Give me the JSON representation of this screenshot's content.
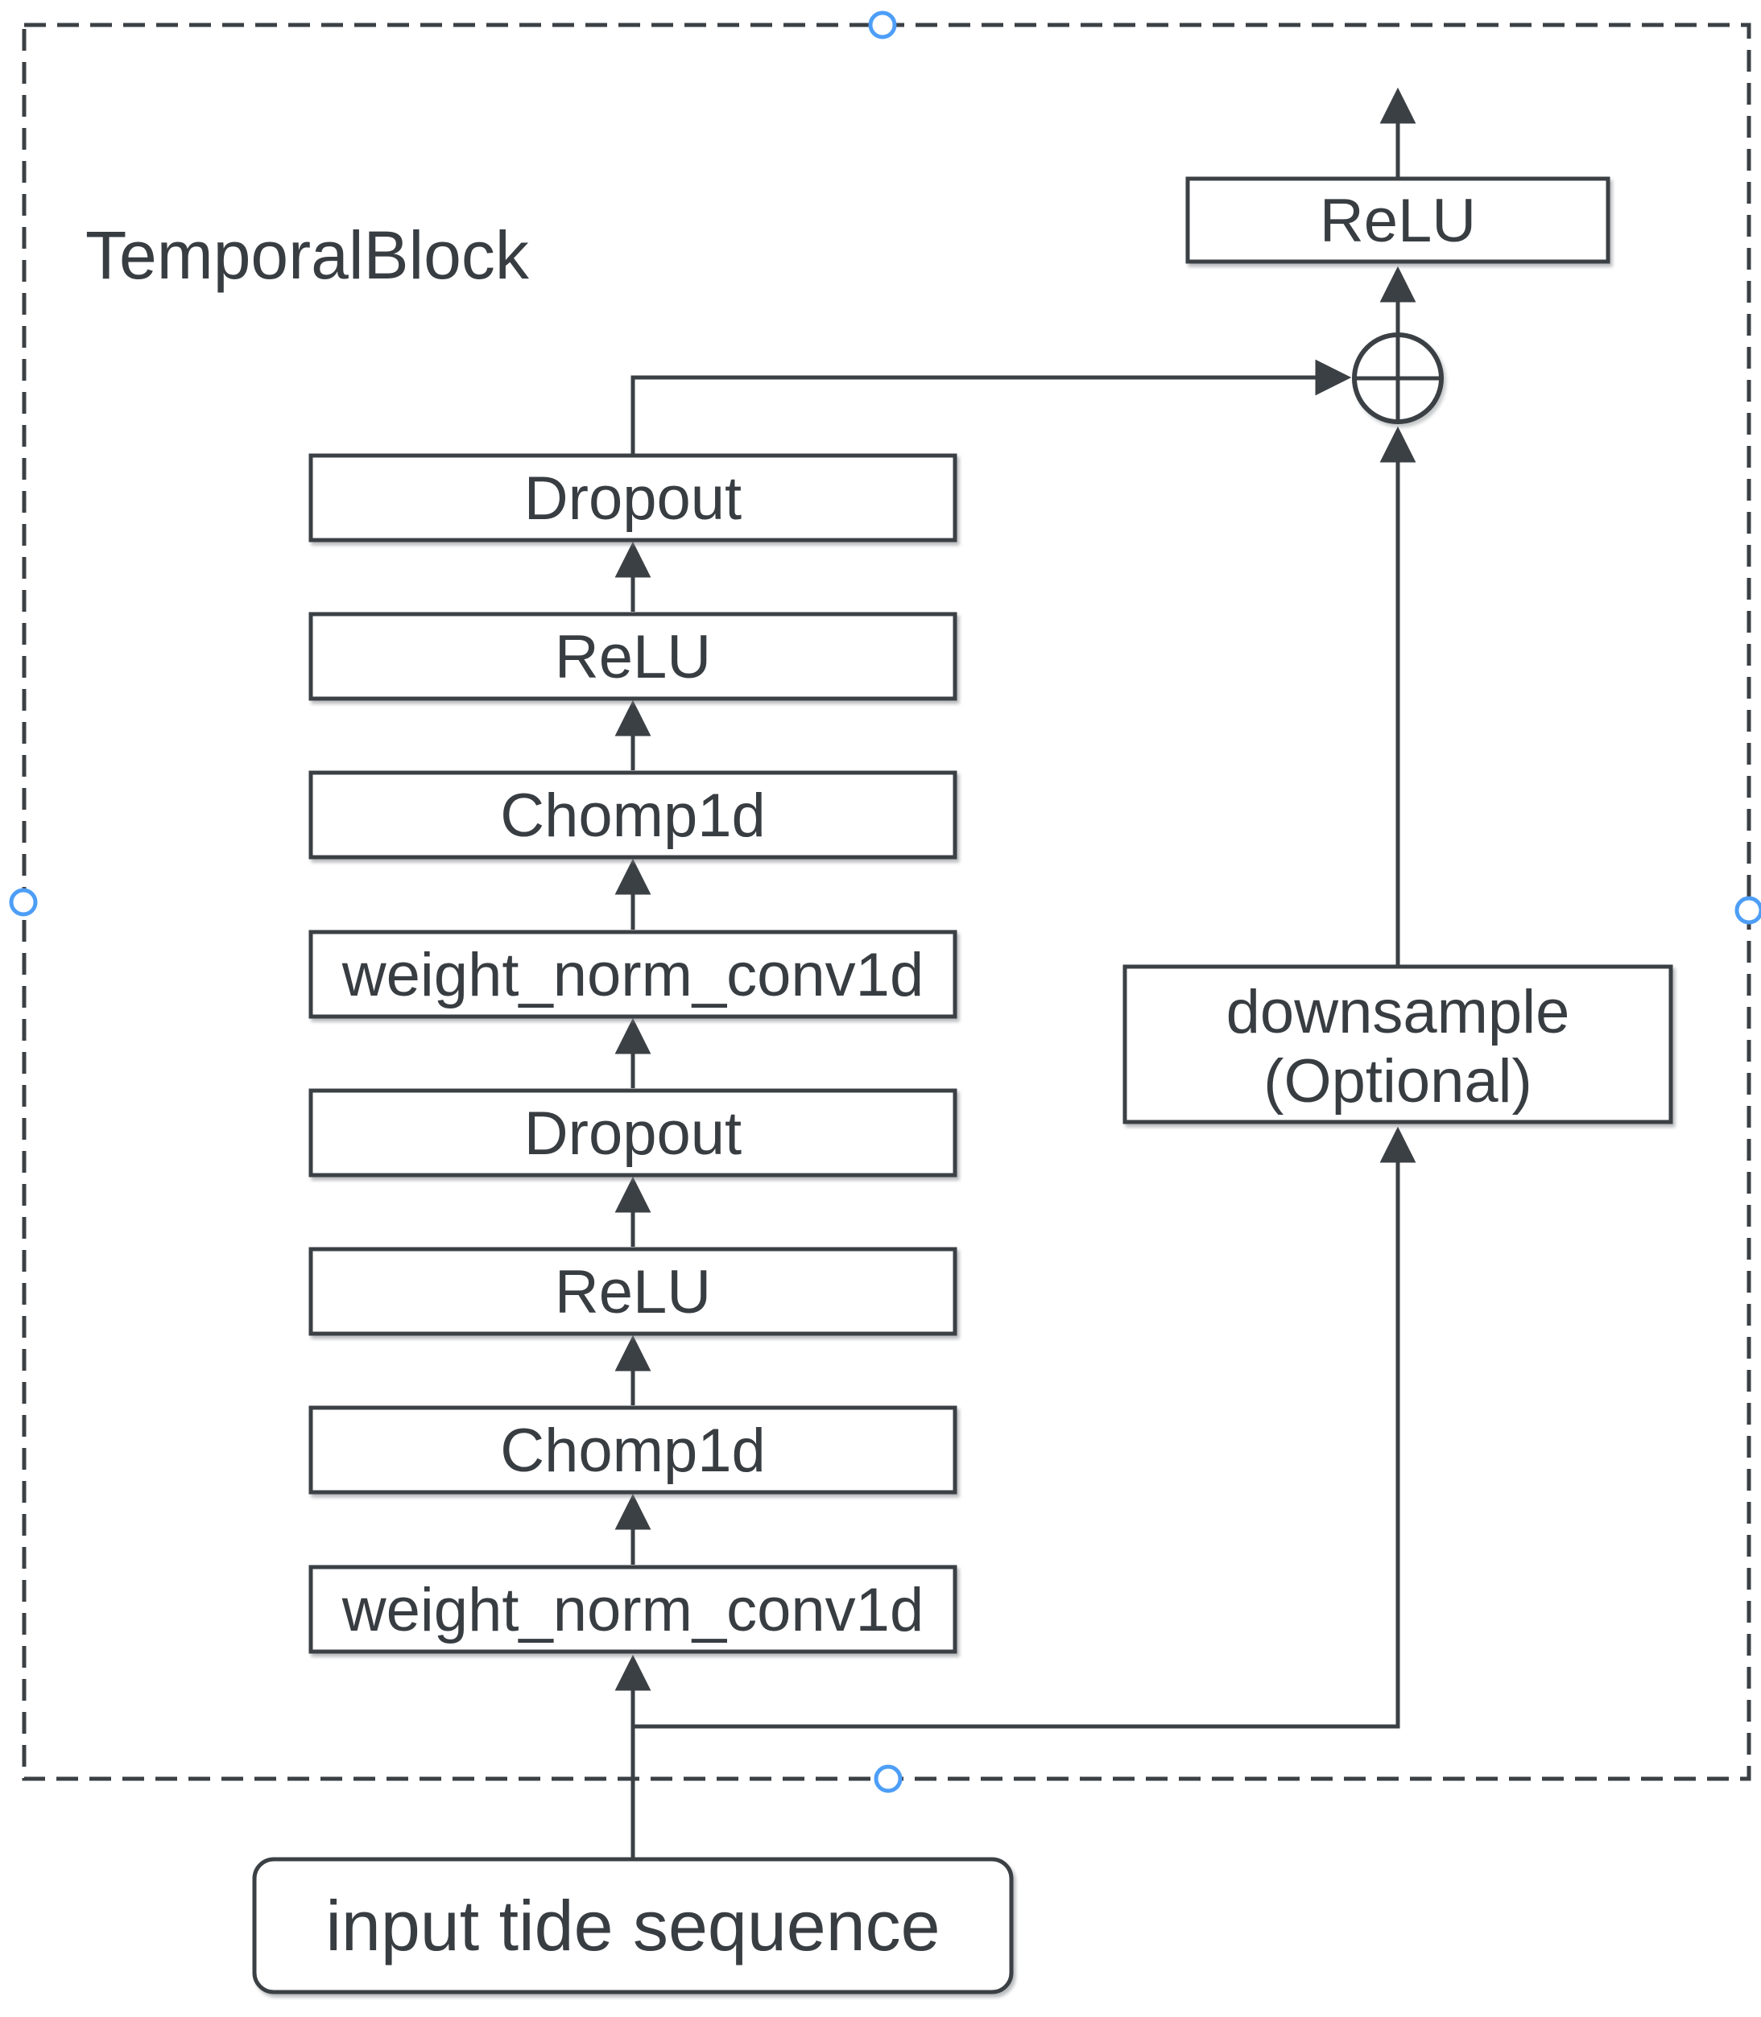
{
  "title": "TemporalBlock",
  "colors": {
    "line": "#3b4045",
    "text": "#383d42",
    "handle_stroke": "#4d9ef7",
    "handle_fill": "#ffffff",
    "background": "#ffffff",
    "box_fill": "#ffffff"
  },
  "chain": {
    "boxes": [
      {
        "label": "Dropout"
      },
      {
        "label": "ReLU"
      },
      {
        "label": "Chomp1d"
      },
      {
        "label": "weight_norm_conv1d"
      },
      {
        "label": "Dropout"
      },
      {
        "label": "ReLU"
      },
      {
        "label": "Chomp1d"
      },
      {
        "label": "weight_norm_conv1d"
      }
    ]
  },
  "output": {
    "relu_label": "ReLU"
  },
  "sum_node": {
    "symbol": "⊕",
    "meaning": "element-wise addition"
  },
  "downsample": {
    "line1": "downsample",
    "line2": "(Optional)"
  },
  "input": {
    "label": "input tide sequence"
  },
  "selection": {
    "handles": [
      "top-center",
      "left-middle",
      "right-middle",
      "bottom-center"
    ]
  }
}
